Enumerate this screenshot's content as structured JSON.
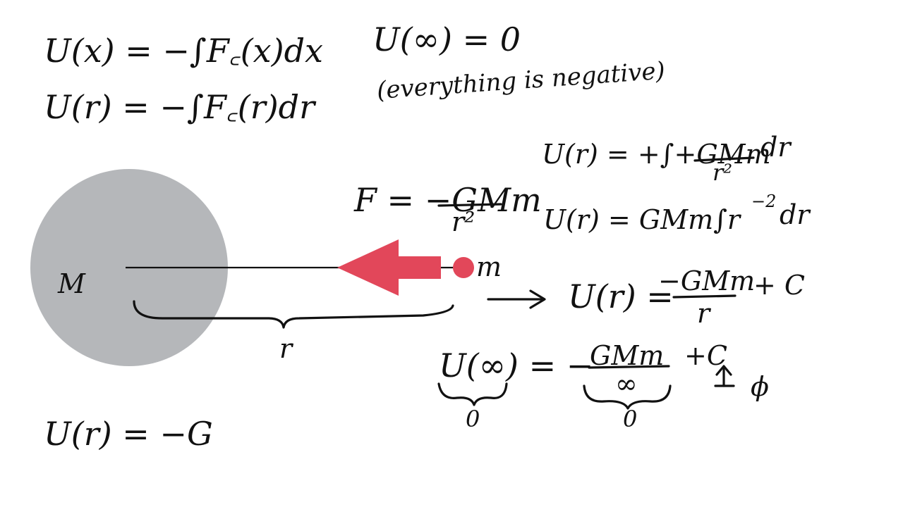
{
  "colors": {
    "background": "#ffffff",
    "ink": "#111111",
    "planet": "#b5b7ba",
    "force_arrow": "#e2475a",
    "small_mass": "#e2475a"
  },
  "equations": {
    "u_x": "U(x) = −∫F꜀(x)dx",
    "u_r": "U(r) = −∫F꜀(r)dr",
    "u_inf": "U(∞) = 0",
    "note": "(everything is negative)",
    "step1_lhs": "U(r) = +∫+GMm",
    "step1_den": "r²",
    "step1_dr": "dr",
    "step2": "U(r) = GMm∫r",
    "step2_exp": "−2",
    "step2_dr": "dr",
    "step3_lhs": "U(r) =",
    "step3_num": "−GMm",
    "step3_den": "r",
    "step3_c": "+ C",
    "limit_lhs": "U(∞) = −",
    "limit_num": "GMm",
    "limit_den": "∞",
    "limit_c": "+C",
    "limit_zero_left": "0",
    "limit_zero_mid": "0",
    "limit_phi": "ϕ",
    "bottom": "U(r) = −G"
  },
  "diagram": {
    "big_mass_label": "M",
    "small_mass_label": "m",
    "distance_label": "r",
    "force_label": "F = −GMm",
    "force_den": "r²"
  }
}
